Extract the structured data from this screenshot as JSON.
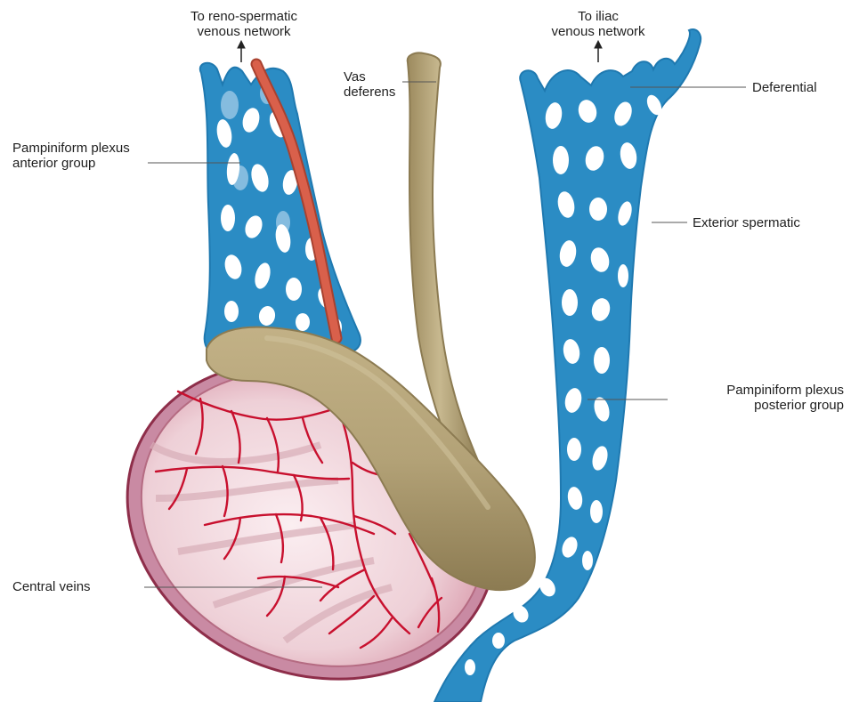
{
  "labels": {
    "reno_spermatic": [
      "To reno-spermatic",
      "venous network"
    ],
    "iliac": [
      "To iliac",
      "venous network"
    ],
    "vas_deferens": [
      "Vas",
      "deferens"
    ],
    "deferential": "Deferential",
    "pampiniform_anterior": [
      "Pampiniform plexus",
      "anterior group"
    ],
    "exterior_spermatic": "Exterior spermatic",
    "pampiniform_posterior": [
      "Pampiniform plexus",
      "posterior group"
    ],
    "central_veins": "Central veins"
  },
  "colors": {
    "vein": "#2b8cc4",
    "vein_dark": "#1f79b0",
    "vein_light": "#9cc8e6",
    "artery": "#d9604b",
    "artery_dark": "#a8412f",
    "vas": "#b3a277",
    "vas_dark": "#8c7b52",
    "testis_capsule": "#c98aa3",
    "testis_outer": "#8e2e4a",
    "testis_inner": "#f0d6dc",
    "testis_lobule": "#e6c0c9",
    "central_vein": "#c8102e",
    "leader": "#555555"
  }
}
